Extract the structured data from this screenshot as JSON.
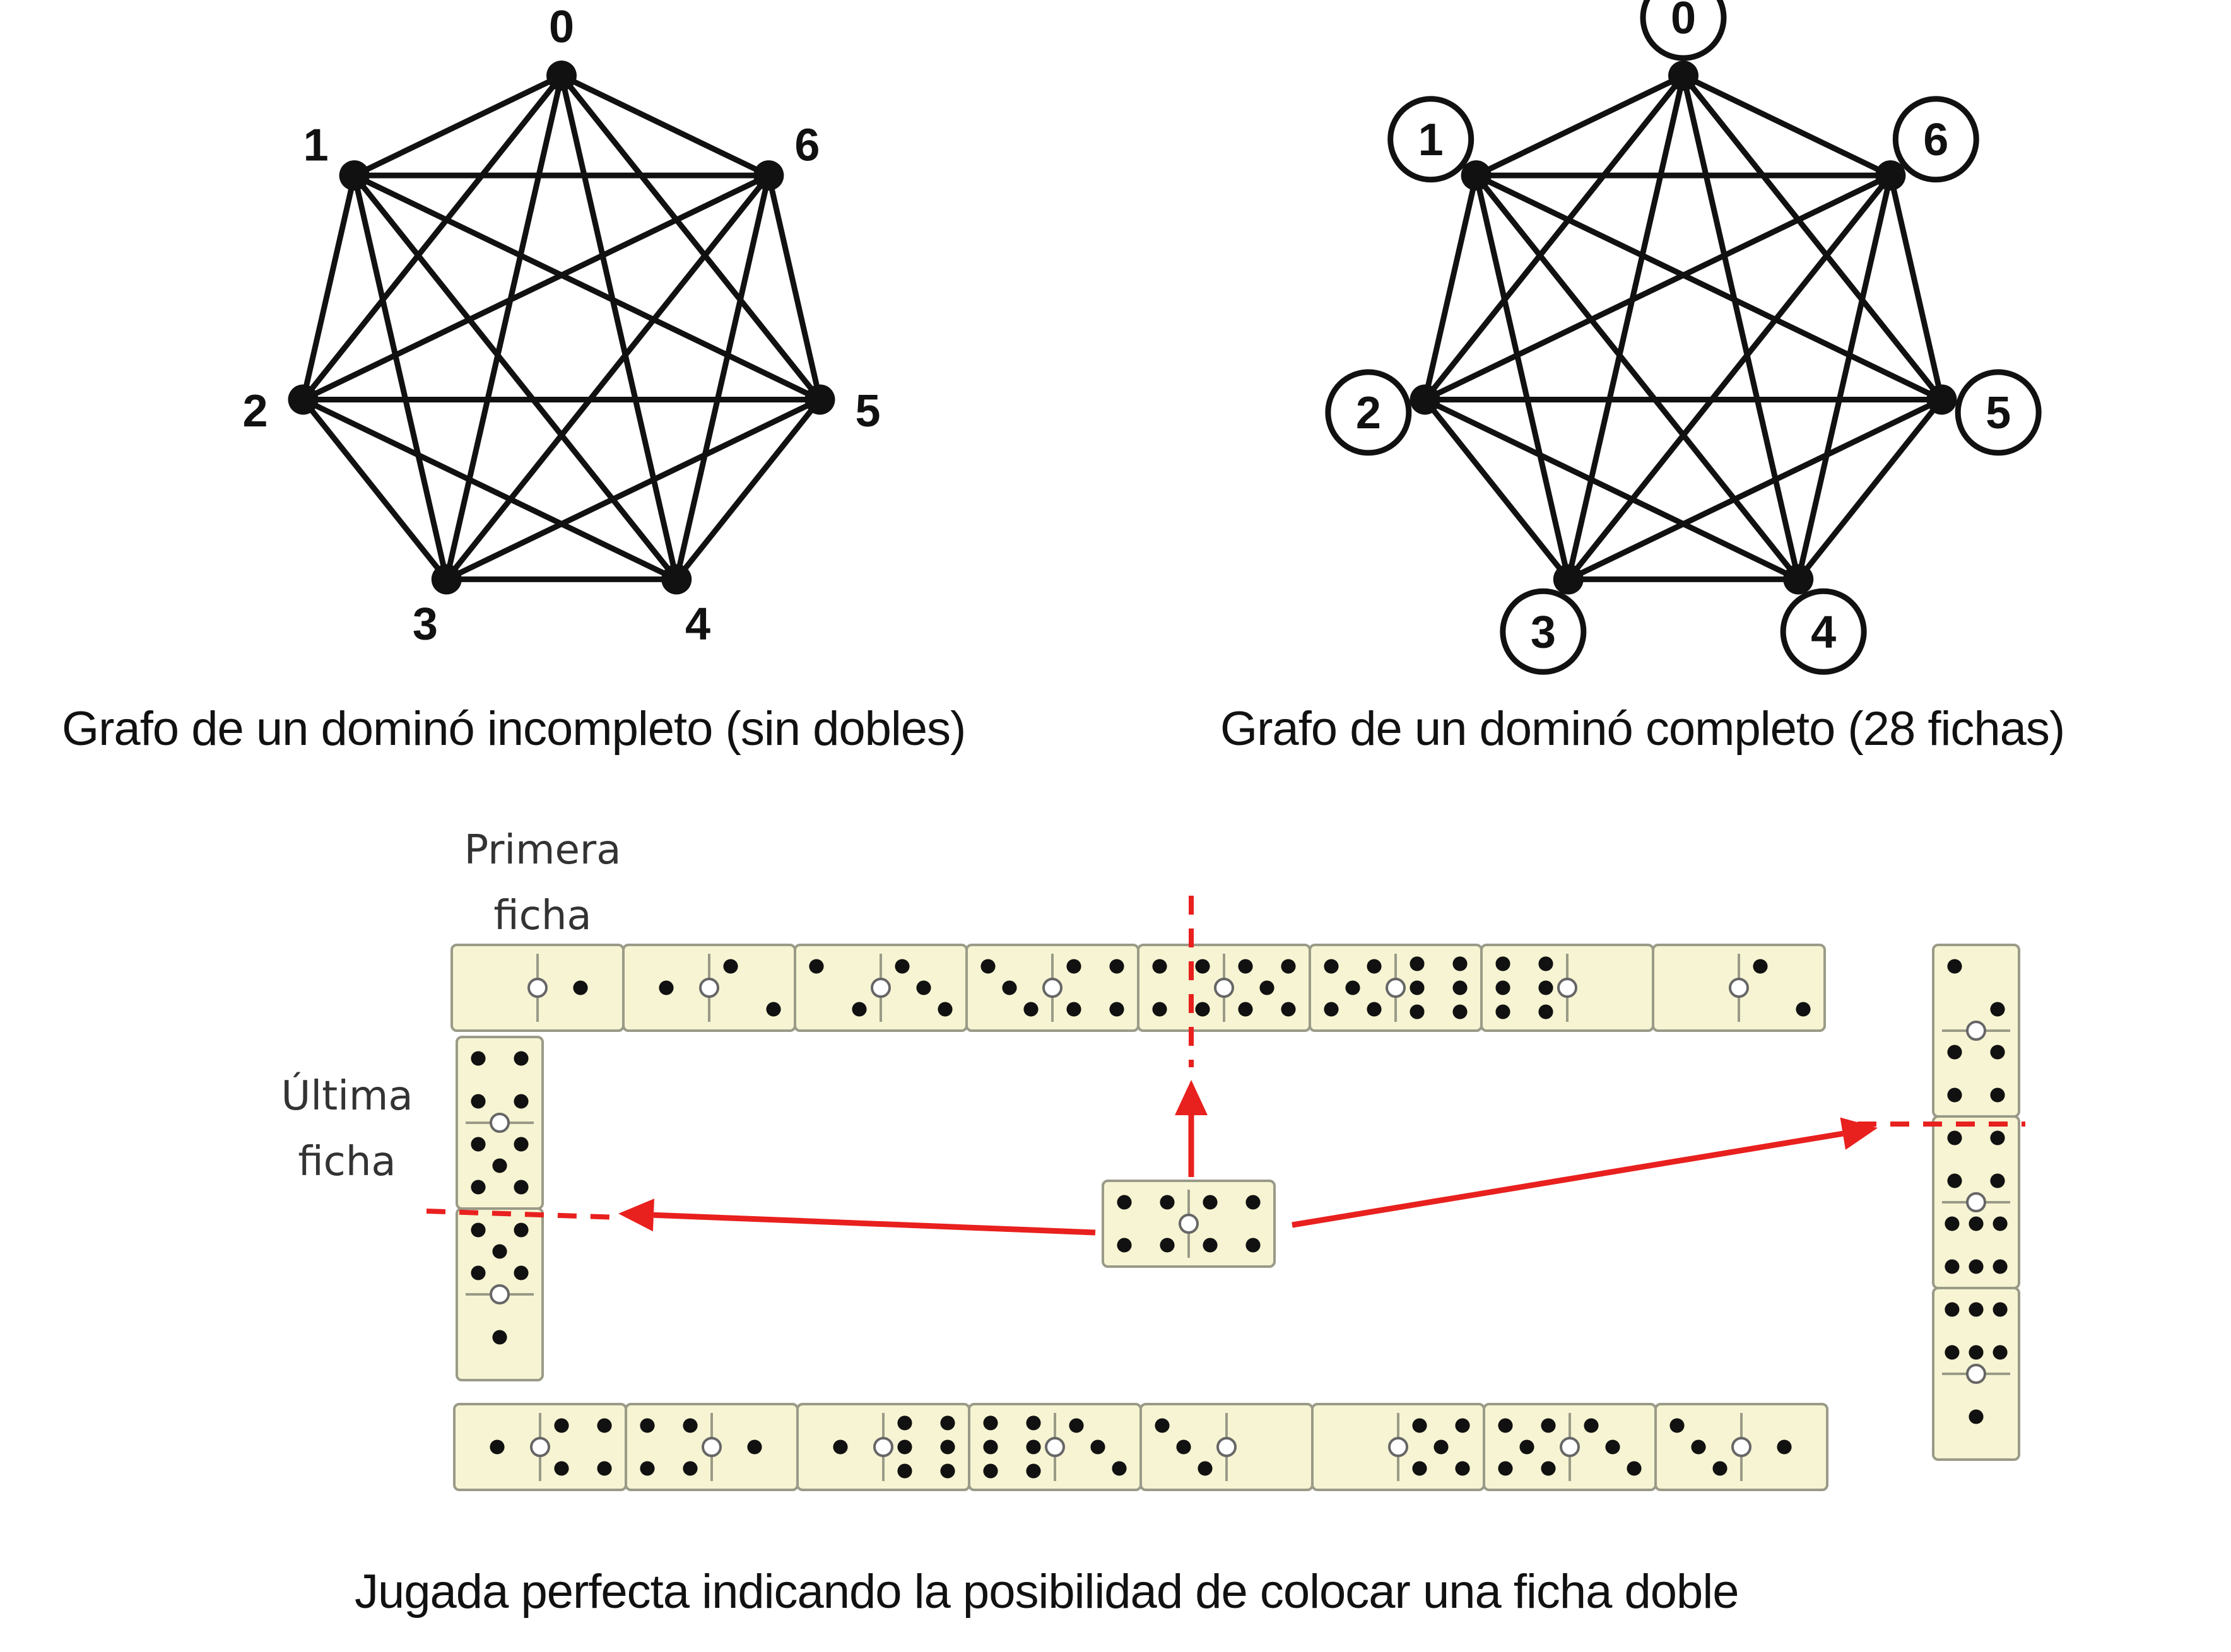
{
  "graph_incomplete": {
    "caption": "Grafo de un dominó incompleto (sin dobles)",
    "node_labels": [
      "0",
      "1",
      "2",
      "3",
      "4",
      "5",
      "6"
    ]
  },
  "graph_complete": {
    "caption": "Grafo de un dominó completo (28 fichas)",
    "node_labels": [
      "0",
      "1",
      "2",
      "3",
      "4",
      "5",
      "6"
    ]
  },
  "domino_play": {
    "caption": "Jugada perfecta indicando la posibilidad de colocar una ficha doble",
    "first_tile_label": [
      "Primera",
      "ficha"
    ],
    "last_tile_label": [
      "Última",
      "ficha"
    ],
    "top_row_tiles": [
      [
        0,
        1
      ],
      [
        1,
        2
      ],
      [
        2,
        3
      ],
      [
        3,
        4
      ],
      [
        4,
        5
      ],
      [
        5,
        6
      ],
      [
        6,
        0
      ],
      [
        0,
        2
      ]
    ],
    "right_column_tiles": [
      [
        2,
        4
      ],
      [
        4,
        6
      ],
      [
        6,
        1
      ]
    ],
    "bottom_row_tiles": [
      [
        1,
        4
      ],
      [
        4,
        1
      ],
      [
        1,
        6
      ],
      [
        6,
        3
      ],
      [
        3,
        0
      ],
      [
        0,
        5
      ],
      [
        5,
        3
      ],
      [
        3,
        1
      ]
    ],
    "left_column_tiles": [
      [
        4,
        5
      ],
      [
        5,
        1
      ]
    ],
    "center_double_tile": [
      4,
      4
    ],
    "tile_color": "#f6f4d2",
    "arrow_color": "#e8201e"
  }
}
